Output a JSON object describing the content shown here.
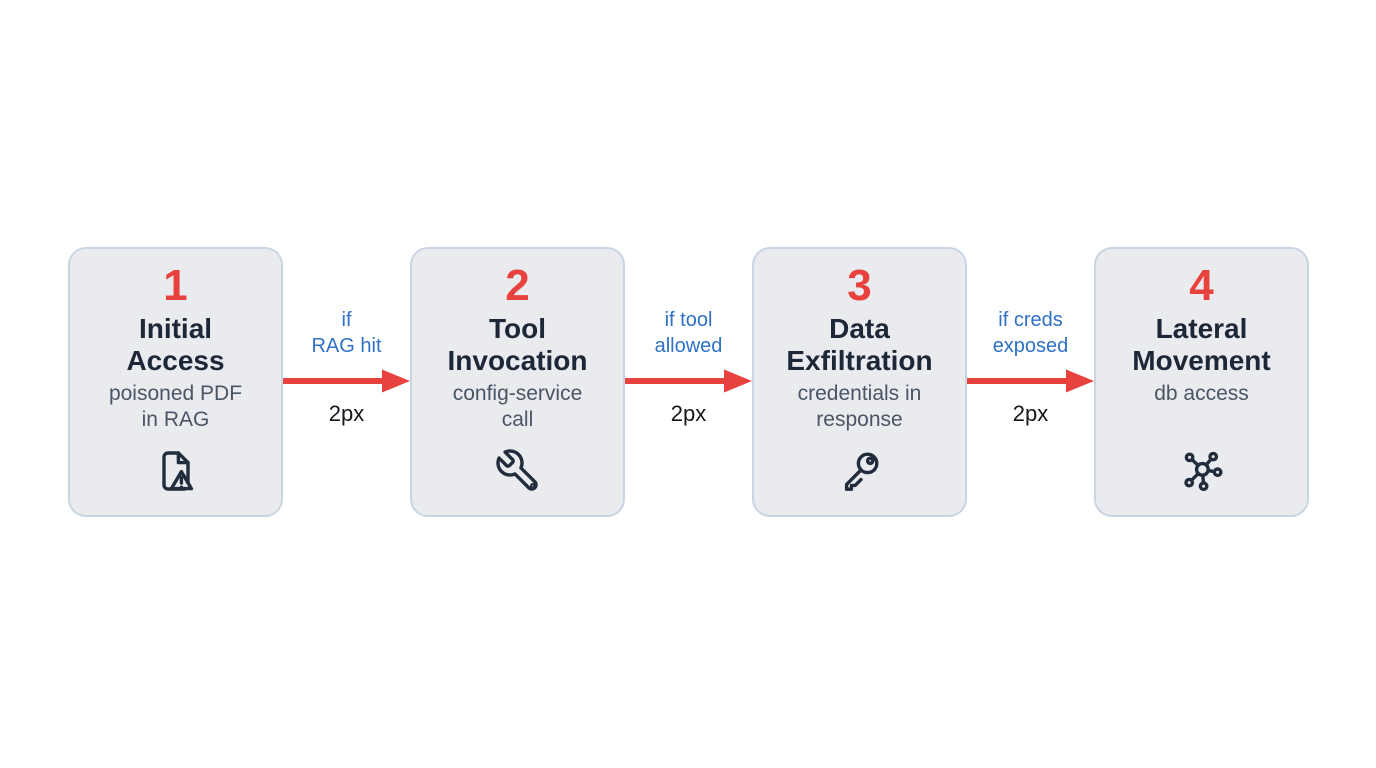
{
  "diagram": {
    "background_color": "#ffffff",
    "box_fill_color": "#e9ebee",
    "box_border_color": "#c9d5e3",
    "number_color": "#e8423e",
    "arrow_color": "#e8423e",
    "label_color": "#2e71c5",
    "title_color": "#1d2738",
    "subtitle_color": "#4a5565",
    "icon_color": "#212c3c",
    "stages": [
      {
        "number": "1",
        "title": "Initial\nAccess",
        "subtitle": "poisoned PDF\nin RAG",
        "icon": "file-warning-icon"
      },
      {
        "number": "2",
        "title": "Tool\nInvocation",
        "subtitle": "config-service\ncall",
        "icon": "wrench-icon"
      },
      {
        "number": "3",
        "title": "Data\nExfiltration",
        "subtitle": "credentials in\nresponse",
        "icon": "key-icon"
      },
      {
        "number": "4",
        "title": "Lateral\nMovement",
        "subtitle": "db access",
        "icon": "network-icon"
      }
    ],
    "connectors": [
      {
        "condition_label": "if\nRAG hit",
        "stroke_label": "2px"
      },
      {
        "condition_label": "if tool\nallowed",
        "stroke_label": "2px"
      },
      {
        "condition_label": "if creds\nexposed",
        "stroke_label": "2px"
      }
    ]
  }
}
